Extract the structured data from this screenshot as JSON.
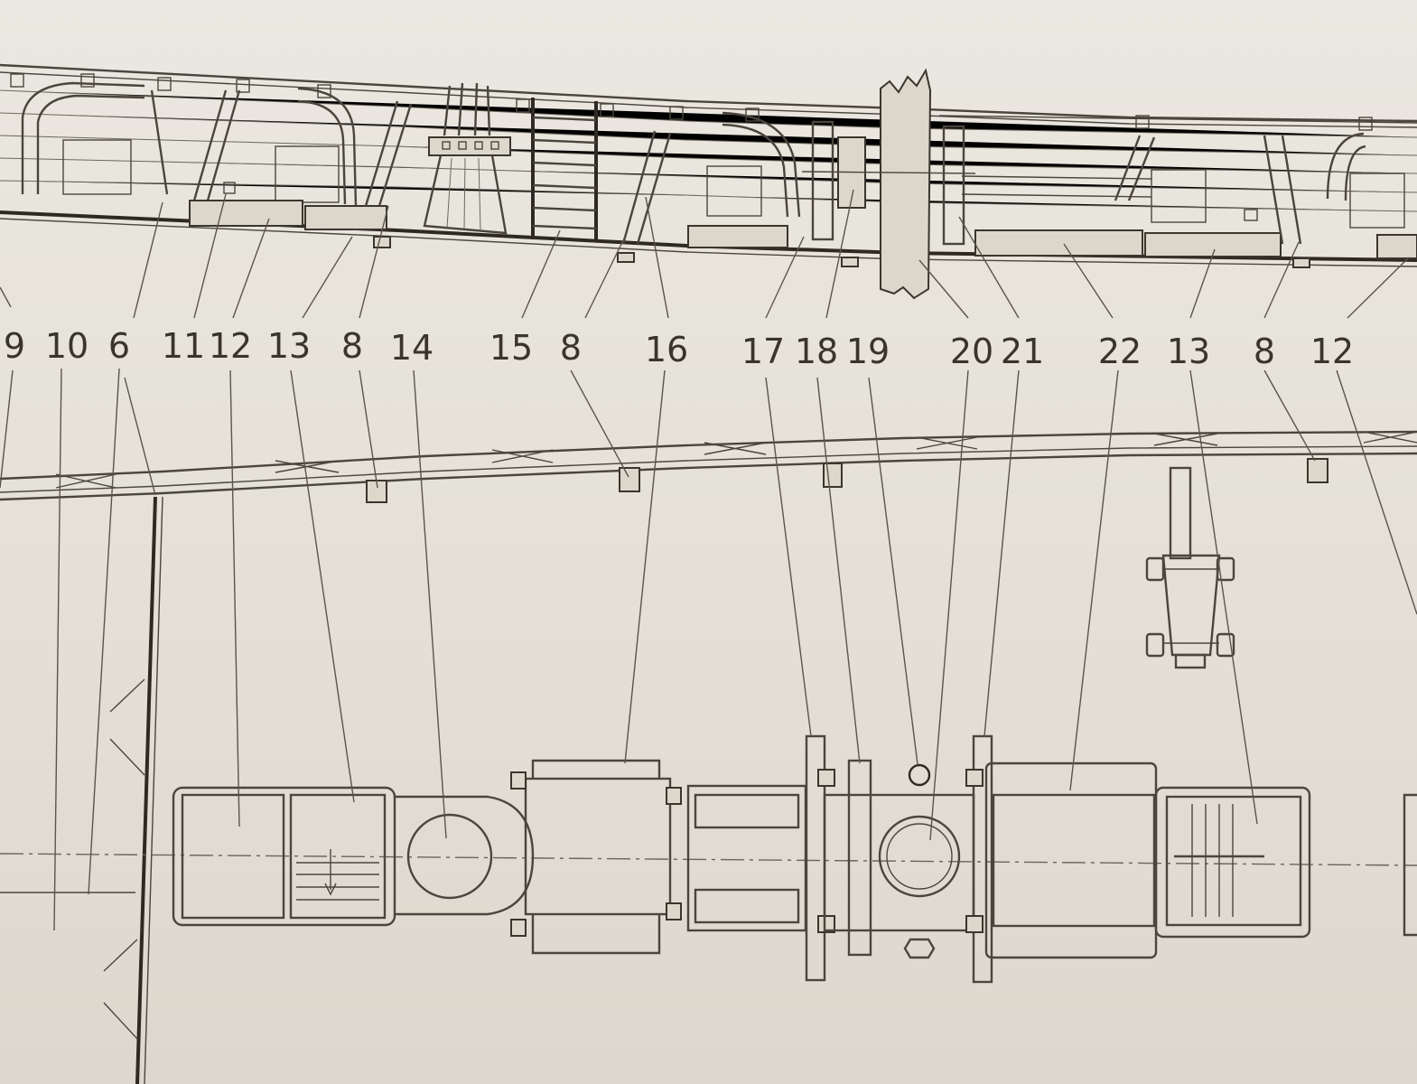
{
  "title": "",
  "drawing": {
    "kind": "ship-deck-plan",
    "views": [
      "side-elevation",
      "deck-plan"
    ],
    "ink_color": "#3a352c",
    "paper_color": "#e6e2d8"
  },
  "callouts": [
    {
      "id": "c-9",
      "label": "9"
    },
    {
      "id": "c-10",
      "label": "10"
    },
    {
      "id": "c-6",
      "label": "6"
    },
    {
      "id": "c-11",
      "label": "11"
    },
    {
      "id": "c-12a",
      "label": "12"
    },
    {
      "id": "c-13a",
      "label": "13"
    },
    {
      "id": "c-8a",
      "label": "8"
    },
    {
      "id": "c-14",
      "label": "14"
    },
    {
      "id": "c-15",
      "label": "15"
    },
    {
      "id": "c-8b",
      "label": "8"
    },
    {
      "id": "c-16",
      "label": "16"
    },
    {
      "id": "c-17",
      "label": "17"
    },
    {
      "id": "c-18",
      "label": "18"
    },
    {
      "id": "c-19",
      "label": "19"
    },
    {
      "id": "c-20",
      "label": "20"
    },
    {
      "id": "c-21",
      "label": "21"
    },
    {
      "id": "c-22",
      "label": "22"
    },
    {
      "id": "c-13b",
      "label": "13"
    },
    {
      "id": "c-8c",
      "label": "8"
    },
    {
      "id": "c-12b",
      "label": "12"
    }
  ]
}
